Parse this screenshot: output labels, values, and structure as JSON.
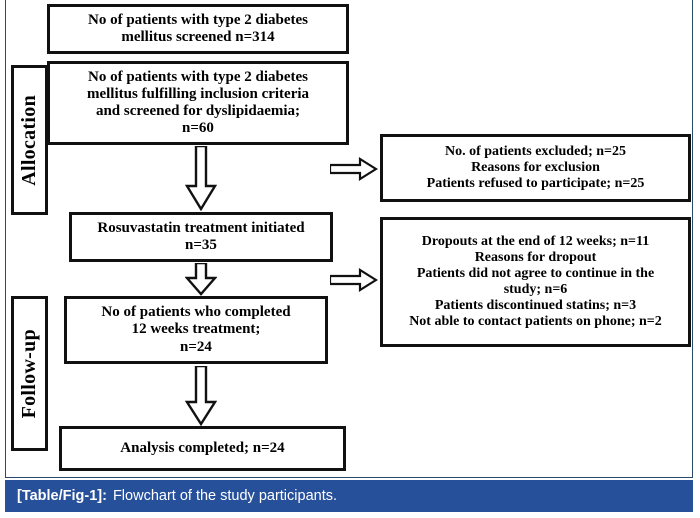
{
  "figure": {
    "caption_tag": "[Table/Fig-1]:",
    "caption_text": "Flowchart of the study participants.",
    "caption_bar_color": "#27509b",
    "frame_color": "#2a4a6b"
  },
  "stages": [
    {
      "label": "Allocation"
    },
    {
      "label": "Follow-up"
    }
  ],
  "boxes": {
    "screened": {
      "lines": [
        "No of patients with type 2 diabetes",
        "mellitus screened n=314"
      ]
    },
    "inclusion": {
      "lines": [
        "No of patients with type 2 diabetes",
        "mellitus fulfilling inclusion criteria",
        "and screened for dyslipidaemia;",
        "n=60"
      ]
    },
    "treatment_initiated": {
      "lines": [
        "Rosuvastatin treatment initiated",
        "n=35"
      ]
    },
    "completed": {
      "lines": [
        "No of patients who completed",
        "12 weeks treatment;",
        "n=24"
      ]
    },
    "analysis": {
      "lines": [
        "Analysis completed; n=24"
      ]
    },
    "excluded": {
      "lines": [
        "No. of patients excluded; n=25",
        "Reasons for exclusion",
        "Patients refused to participate; n=25"
      ]
    },
    "dropouts": {
      "lines": [
        "Dropouts at the end of 12 weeks; n=11",
        "Reasons for dropout",
        "Patients did not agree to continue in the",
        "study; n=6",
        "Patients discontinued statins; n=3",
        "Not able to contact patients on phone; n=2"
      ]
    }
  },
  "flow_data": {
    "type": "flowchart",
    "title": "Flowchart of the study participants",
    "nodes": [
      {
        "id": "screened",
        "stage": "",
        "n": 314,
        "text": "No of patients with type 2 diabetes mellitus screened n=314"
      },
      {
        "id": "inclusion",
        "stage": "Allocation",
        "n": 60,
        "text": "No of patients with type 2 diabetes mellitus fulfilling inclusion criteria and screened for dyslipidaemia; n=60"
      },
      {
        "id": "excluded",
        "stage": "Allocation",
        "n": 25,
        "text": "No. of patients excluded; n=25 / Reasons for exclusion / Patients refused to participate; n=25"
      },
      {
        "id": "treatment_initiated",
        "stage": "Allocation",
        "n": 35,
        "text": "Rosuvastatin treatment initiated n=35"
      },
      {
        "id": "dropouts",
        "stage": "Follow-up",
        "n": 11,
        "text": "Dropouts at the end of 12 weeks; n=11"
      },
      {
        "id": "completed",
        "stage": "Follow-up",
        "n": 24,
        "text": "No of patients who completed 12 weeks treatment; n=24"
      },
      {
        "id": "analysis",
        "stage": "Follow-up",
        "n": 24,
        "text": "Analysis completed; n=24"
      }
    ],
    "edges": [
      {
        "from": "screened",
        "to": "inclusion",
        "direction": "down"
      },
      {
        "from": "inclusion",
        "to": "treatment_initiated",
        "direction": "down"
      },
      {
        "from": "inclusion",
        "to": "excluded",
        "direction": "right"
      },
      {
        "from": "treatment_initiated",
        "to": "completed",
        "direction": "down"
      },
      {
        "from": "treatment_initiated",
        "to": "dropouts",
        "direction": "right"
      },
      {
        "from": "completed",
        "to": "analysis",
        "direction": "down"
      }
    ]
  }
}
